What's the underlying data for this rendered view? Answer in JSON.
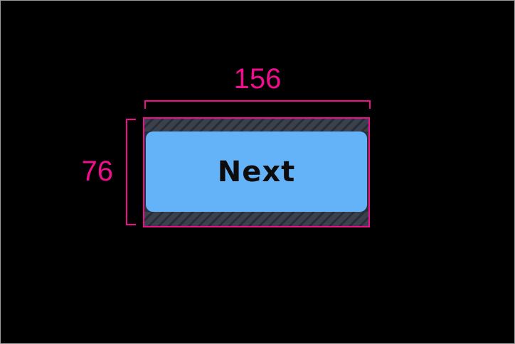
{
  "window": {
    "background": "#000000",
    "frame_border": "#9a9a9a"
  },
  "colors": {
    "window-bg": "#000000",
    "frame-border": "#9a9a9a",
    "accent": "#f20d8e",
    "button-fill": "#64b2f7",
    "button-text": "#0d0d0d",
    "hatch-base": "#3a414d",
    "hatch-line": "#272c36",
    "inner-gap": "#2a303a"
  },
  "annotations": {
    "width_label": "156",
    "height_label": "76"
  },
  "button": {
    "label": "Next"
  }
}
